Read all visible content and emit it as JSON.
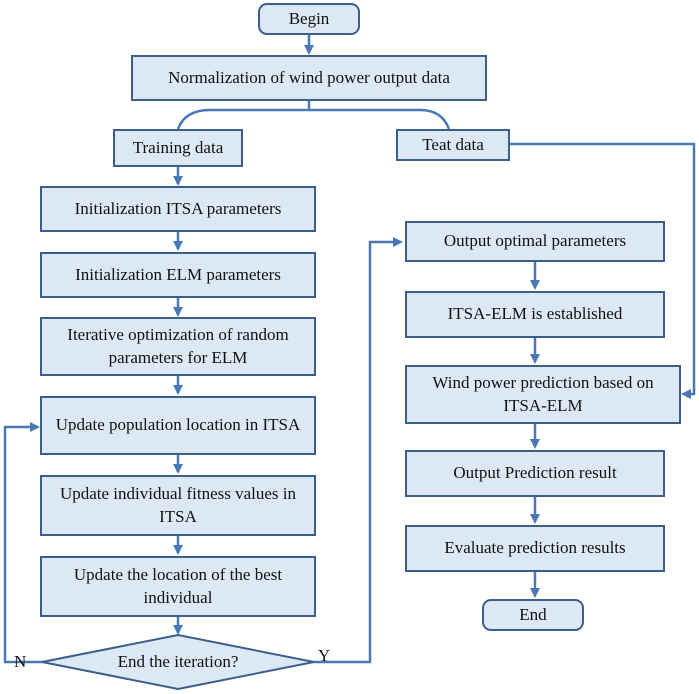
{
  "nodes": {
    "begin": "Begin",
    "normalization": "Normalization of wind power output data",
    "training": "Training data",
    "test": "Teat data",
    "init_itsa": "Initialization ITSA parameters",
    "init_elm": "Initialization ELM parameters",
    "iterative": "Iterative optimization of random parameters for ELM",
    "update_population": "Update population location in ITSA",
    "update_fitness": "Update individual fitness values in ITSA",
    "update_best": "Update the location of the best individual",
    "decision": "End the iteration?",
    "output_params": "Output optimal parameters",
    "established": "ITSA-ELM is established",
    "prediction": "Wind power prediction based on ITSA-ELM",
    "output_result": "Output Prediction result",
    "evaluate": "Evaluate prediction results",
    "end": "End"
  },
  "branch_labels": {
    "no": "N",
    "yes": "Y"
  },
  "colors": {
    "box_fill": "#dce9f5",
    "border": "#3a5f8c",
    "arrow": "#4a78b5"
  }
}
